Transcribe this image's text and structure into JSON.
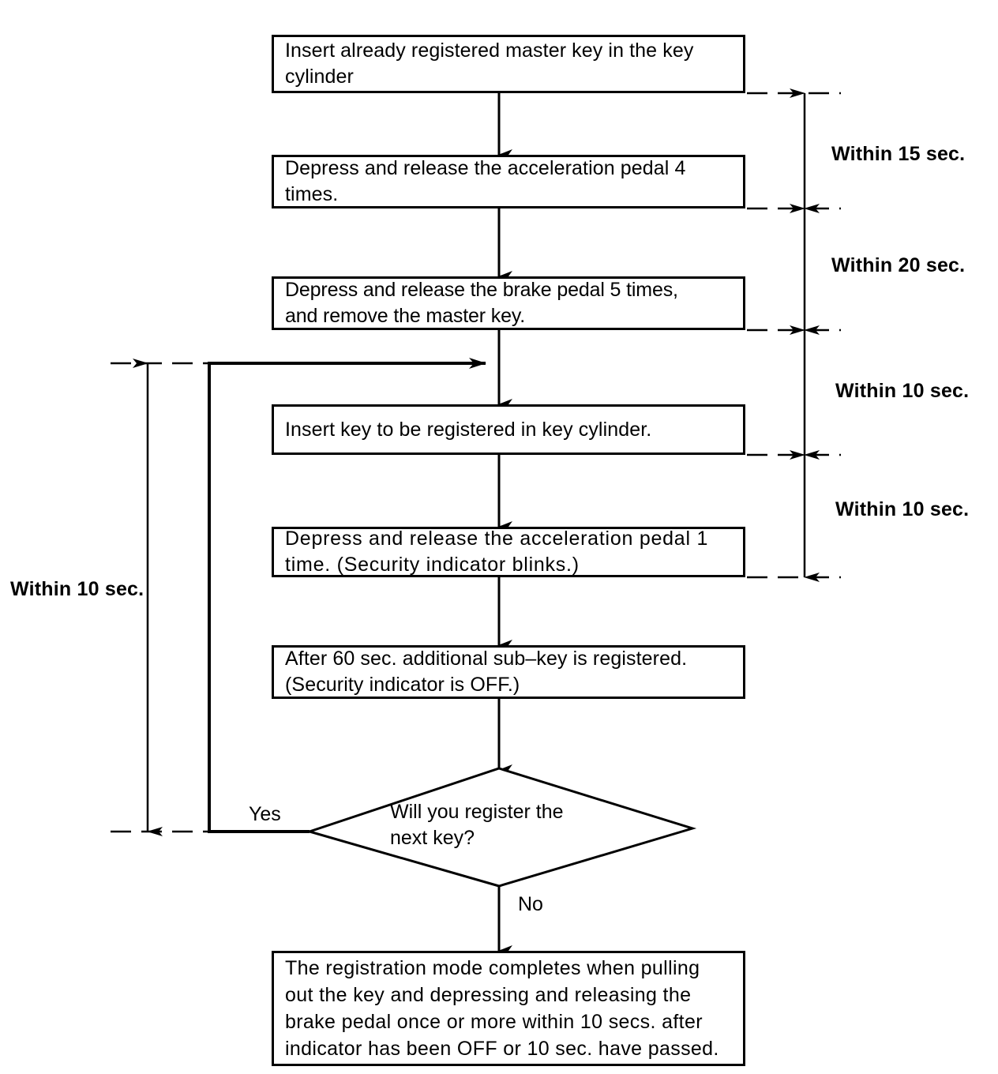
{
  "diagram": {
    "title": "Key registration procedure flowchart",
    "type": "flowchart",
    "stroke_color": "#000000",
    "background_color": "#ffffff",
    "steps": [
      {
        "id": "step-insert-master-key",
        "shape": "process",
        "text": "Insert already registered master key in the key\ncylinder"
      },
      {
        "id": "step-accel-pedal-4",
        "shape": "process",
        "text": "Depress and release the acceleration pedal 4\ntimes."
      },
      {
        "id": "step-brake-pedal-5",
        "shape": "process",
        "text": "Depress and release the brake pedal 5 times,\nand remove the master key."
      },
      {
        "id": "step-insert-new-key",
        "shape": "process",
        "text": "Insert key to be registered in key cylinder."
      },
      {
        "id": "step-accel-pedal-1",
        "shape": "process",
        "text": "Depress and release the acceleration pedal 1\ntime. (Security indicator blinks.)"
      },
      {
        "id": "step-subkey-registered",
        "shape": "process",
        "text": "After 60 sec. additional sub–key is registered.\n(Security indicator is OFF.)"
      },
      {
        "id": "decision-register-next-key",
        "shape": "decision",
        "text": "Will  you  register  the\nnext key?"
      },
      {
        "id": "step-registration-complete",
        "shape": "process",
        "text": "The registration mode completes when pulling\nout the key and depressing and releasing the\nbrake pedal once or more within 10 secs. after\nindicator has been OFF or 10 sec. have passed."
      }
    ],
    "edge_labels": {
      "yes": "Yes",
      "no": "No"
    },
    "timing_annotations": [
      {
        "id": "timing-15-sec",
        "label": "Within 15 sec.",
        "side": "right",
        "between": "step-insert-master-key → step-accel-pedal-4"
      },
      {
        "id": "timing-20-sec",
        "label": "Within 20 sec.",
        "side": "right",
        "between": "step-accel-pedal-4 → step-brake-pedal-5"
      },
      {
        "id": "timing-10-sec-a",
        "label": "Within 10 sec.",
        "side": "right",
        "between": "step-brake-pedal-5 → step-insert-new-key"
      },
      {
        "id": "timing-10-sec-b",
        "label": "Within 10 sec.",
        "side": "right",
        "between": "step-insert-new-key → step-accel-pedal-1"
      },
      {
        "id": "timing-10-sec-left",
        "label": "Within 10 sec.",
        "side": "left",
        "between": "decision-register-next-key (Yes) → step-insert-new-key"
      }
    ]
  }
}
